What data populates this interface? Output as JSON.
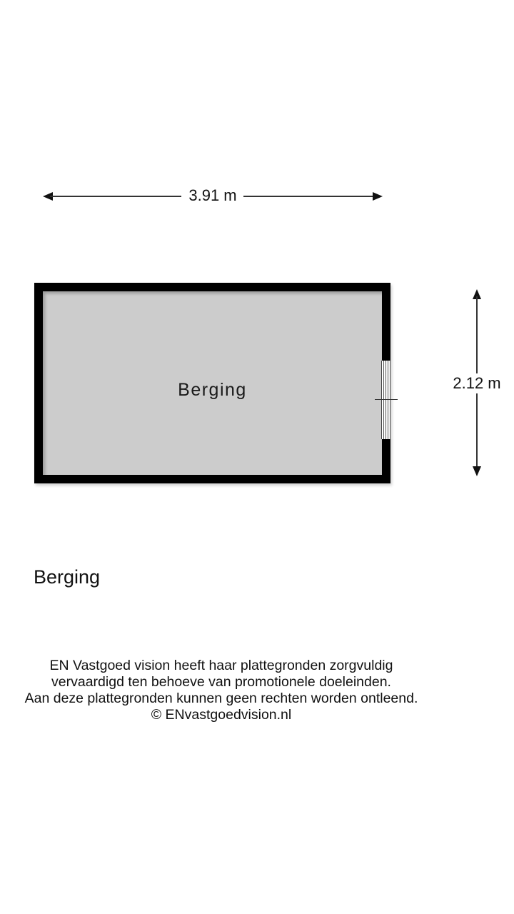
{
  "dimensions": {
    "width": {
      "label": "3.91 m",
      "value": 3.91,
      "unit": "m"
    },
    "height": {
      "label": "2.12 m",
      "value": 2.12,
      "unit": "m"
    }
  },
  "room": {
    "name": "Berging",
    "fill_color": "#cccccc",
    "wall_color": "#000000",
    "openings": [
      {
        "type": "window",
        "wall": "right"
      }
    ]
  },
  "floor": {
    "label": "Berging"
  },
  "disclaimer": {
    "lines": [
      "EN Vastgoed vision heeft haar plattegronden zorgvuldig",
      "vervaardigd ten behoeve van promotionele doeleinden.",
      "Aan deze plattegronden kunnen geen rechten worden ontleend.",
      "© ENvastgoedvision.nl"
    ]
  }
}
